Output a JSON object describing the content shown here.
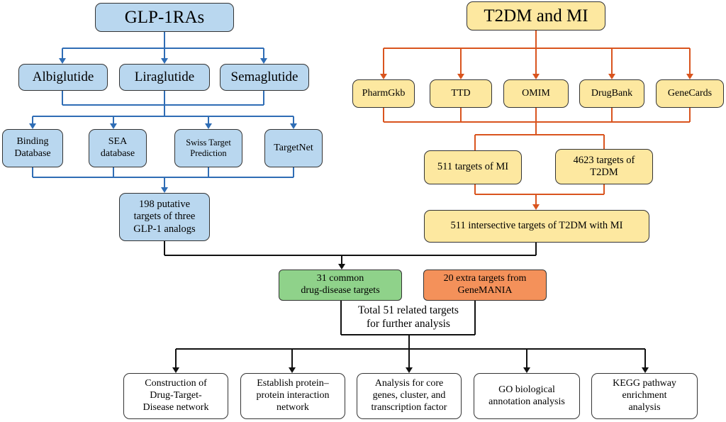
{
  "left": {
    "title": "GLP-1RAs",
    "drugs": [
      "Albiglutide",
      "Liraglutide",
      "Semaglutide"
    ],
    "databases": [
      "Binding\nDatabase",
      "SEA\ndatabase",
      "Swiss Target\nPrediction",
      "TargetNet"
    ],
    "result": "198 putative\ntargets of three\nGLP-1 analogs"
  },
  "right": {
    "title": "T2DM and MI",
    "databases": [
      "PharmGkb",
      "TTD",
      "OMIM",
      "DrugBank",
      "GeneCards"
    ],
    "mi_targets": "511 targets of MI",
    "t2dm_targets": "4623 targets of\nT2DM",
    "intersection": "511 intersective  targets of T2DM with MI"
  },
  "center": {
    "common": "31 common\ndrug-disease targets",
    "extra": "20 extra targets from\nGeneMANIA",
    "total": "Total 51 related targets\nfor further analysis"
  },
  "analyses": [
    "Construction of\nDrug-Target-\nDisease network",
    "Establish protein–\nprotein interaction\nnetwork",
    "Analysis for core\ngenes, cluster, and\ntranscription factor",
    "GO biological\nannotation analysis",
    "KEGG pathway\nenrichment\nanalysis"
  ],
  "colors": {
    "blue_line": "#2f6db5",
    "orange_line": "#d9541e",
    "black_line": "#111111",
    "blue_box": "#b9d7ef",
    "yellow_box": "#fde8a0",
    "green_box": "#8fd28a",
    "orange_box": "#f4915a"
  }
}
